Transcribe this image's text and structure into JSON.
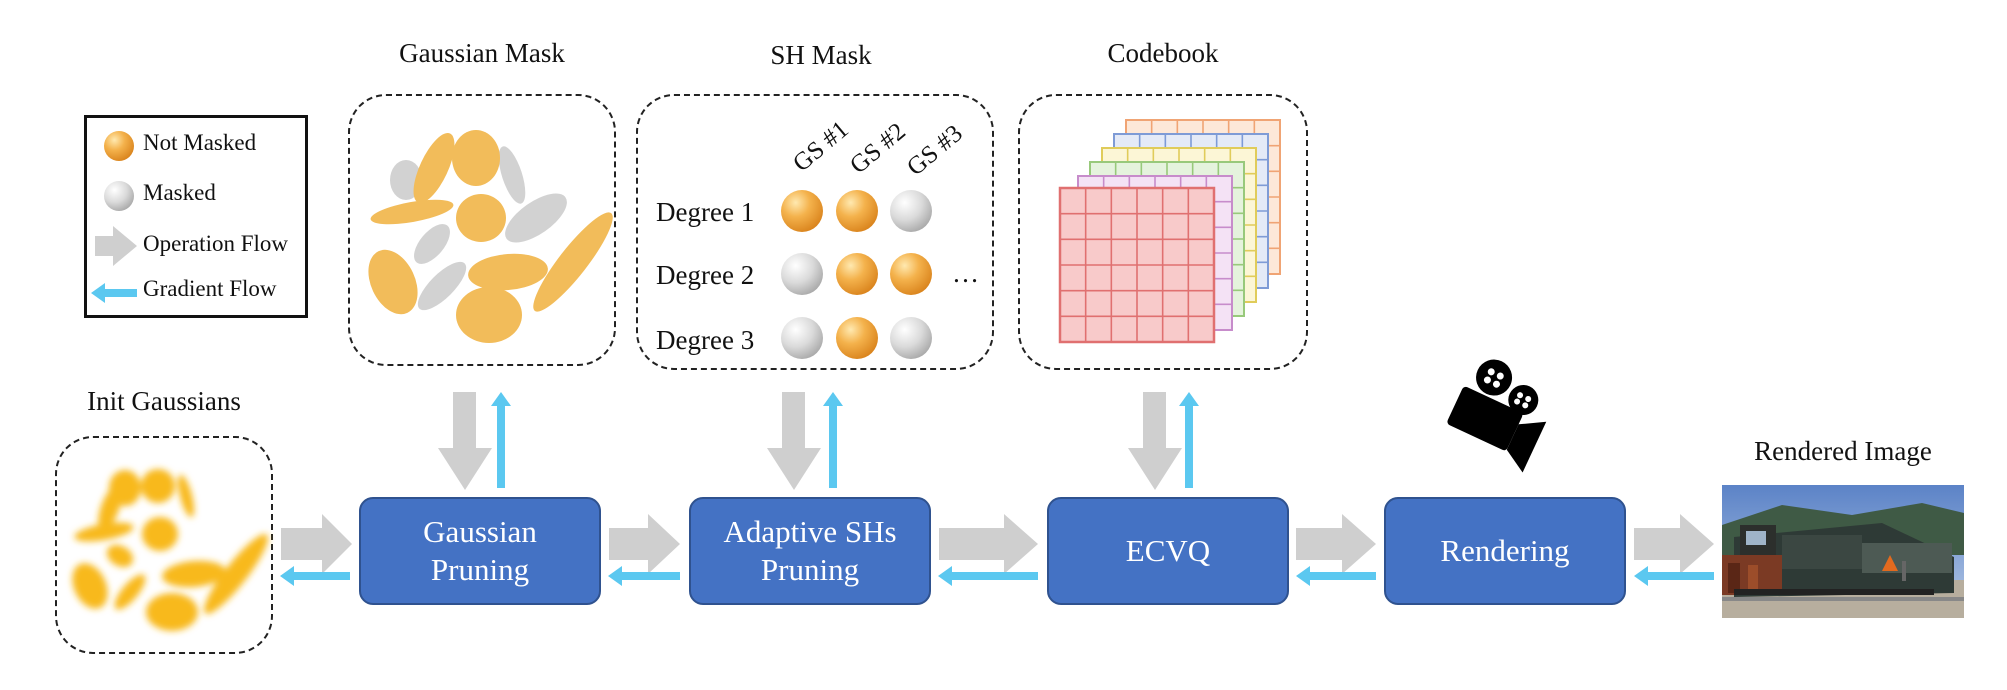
{
  "legend": {
    "not_masked": "Not Masked",
    "masked": "Masked",
    "operation_flow": "Operation Flow",
    "gradient_flow": "Gradient Flow"
  },
  "panels": {
    "gaussian_mask": "Gaussian Mask",
    "sh_mask": "SH Mask",
    "codebook": "Codebook",
    "init_gaussians": "Init Gaussians",
    "rendered_image": "Rendered Image"
  },
  "sh_mask": {
    "columns": [
      "GS #1",
      "GS #2",
      "GS #3"
    ],
    "rows": [
      {
        "label": "Degree 1",
        "states": [
          "not_masked",
          "not_masked",
          "masked"
        ]
      },
      {
        "label": "Degree 2",
        "states": [
          "masked",
          "not_masked",
          "not_masked"
        ]
      },
      {
        "label": "Degree 3",
        "states": [
          "masked",
          "not_masked",
          "masked"
        ]
      }
    ],
    "ellipsis": "…"
  },
  "pipeline": [
    {
      "label_line1": "Gaussian",
      "label_line2": "Pruning"
    },
    {
      "label_line1": "Adaptive SHs",
      "label_line2": "Pruning"
    },
    {
      "label_line1": "ECVQ",
      "label_line2": ""
    },
    {
      "label_line1": "Rendering",
      "label_line2": ""
    }
  ],
  "colors": {
    "operation_box": "#4472C4",
    "operation_flow_arrow": "#CFCFCF",
    "gradient_flow_arrow": "#5BC8F0",
    "not_masked": "#EFA640",
    "masked": "#D2D2D2",
    "gaussian_fill": "#F2BC5A"
  },
  "icons": {
    "camera": "movie-camera-icon"
  }
}
